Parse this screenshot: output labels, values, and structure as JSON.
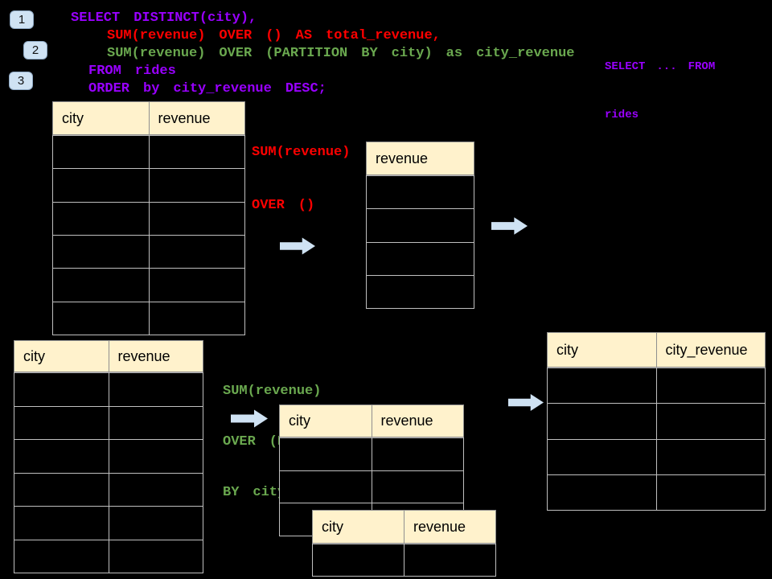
{
  "colors": {
    "background": "#000000",
    "code_purple": "#9900FF",
    "code_red": "#FF0000",
    "code_green": "#6AA84F",
    "table_header_bg": "#FFF2CC",
    "table_border": "#BFBFBF",
    "arrow_fill": "#CFE2F3",
    "badge_bg": "#CFE2F3"
  },
  "icons": {
    "arrow_right": "block-arrow-right"
  },
  "step_badges": [
    "1",
    "2",
    "3"
  ],
  "sql_code": {
    "lines": [
      {
        "text": "SELECT DISTINCT(city),",
        "color": "purple"
      },
      {
        "text": "SUM(revenue) OVER () AS total_revenue,",
        "color": "red"
      },
      {
        "text": "SUM(revenue) OVER (PARTITION BY city) as city_revenue",
        "color": "green"
      },
      {
        "text": "FROM rides",
        "color": "purple"
      },
      {
        "text": "ORDER by city_revenue DESC;",
        "color": "purple"
      }
    ]
  },
  "side_note": {
    "lines": [
      "SELECT ... FROM",
      "rides"
    ]
  },
  "annotation_total": {
    "lines": [
      "SUM(revenue)",
      "OVER ()"
    ]
  },
  "annotation_partition": {
    "lines": [
      "SUM(revenue)",
      "OVER (PARTITION",
      "BY city)"
    ]
  },
  "tables": {
    "source_top": {
      "headers": [
        "city",
        "revenue"
      ],
      "empty_rows": 6
    },
    "total_result": {
      "headers": [
        "revenue"
      ],
      "empty_rows": 4
    },
    "city_result": {
      "headers": [
        "city",
        "city_revenue"
      ],
      "empty_rows": 4
    },
    "source_bottom": {
      "headers": [
        "city",
        "revenue"
      ],
      "empty_rows": 6
    },
    "partition_front": {
      "headers": [
        "city",
        "revenue"
      ],
      "empty_rows": 3
    },
    "partition_back": {
      "headers": [
        "city",
        "revenue"
      ],
      "empty_rows": 1
    }
  }
}
